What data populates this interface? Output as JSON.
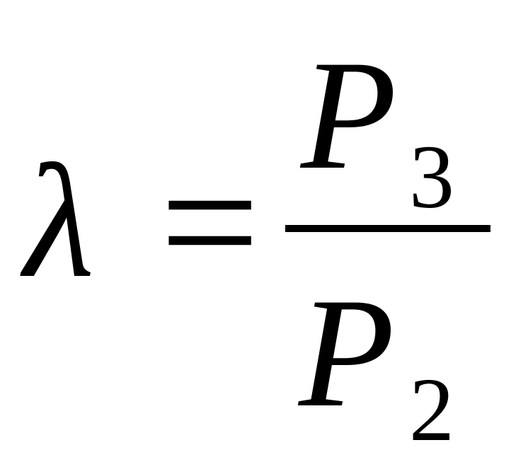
{
  "formula": {
    "lhs_symbol": "λ",
    "operator": "=",
    "numerator": {
      "symbol": "P",
      "subscript": "3"
    },
    "denominator": {
      "symbol": "P",
      "subscript": "2"
    }
  }
}
